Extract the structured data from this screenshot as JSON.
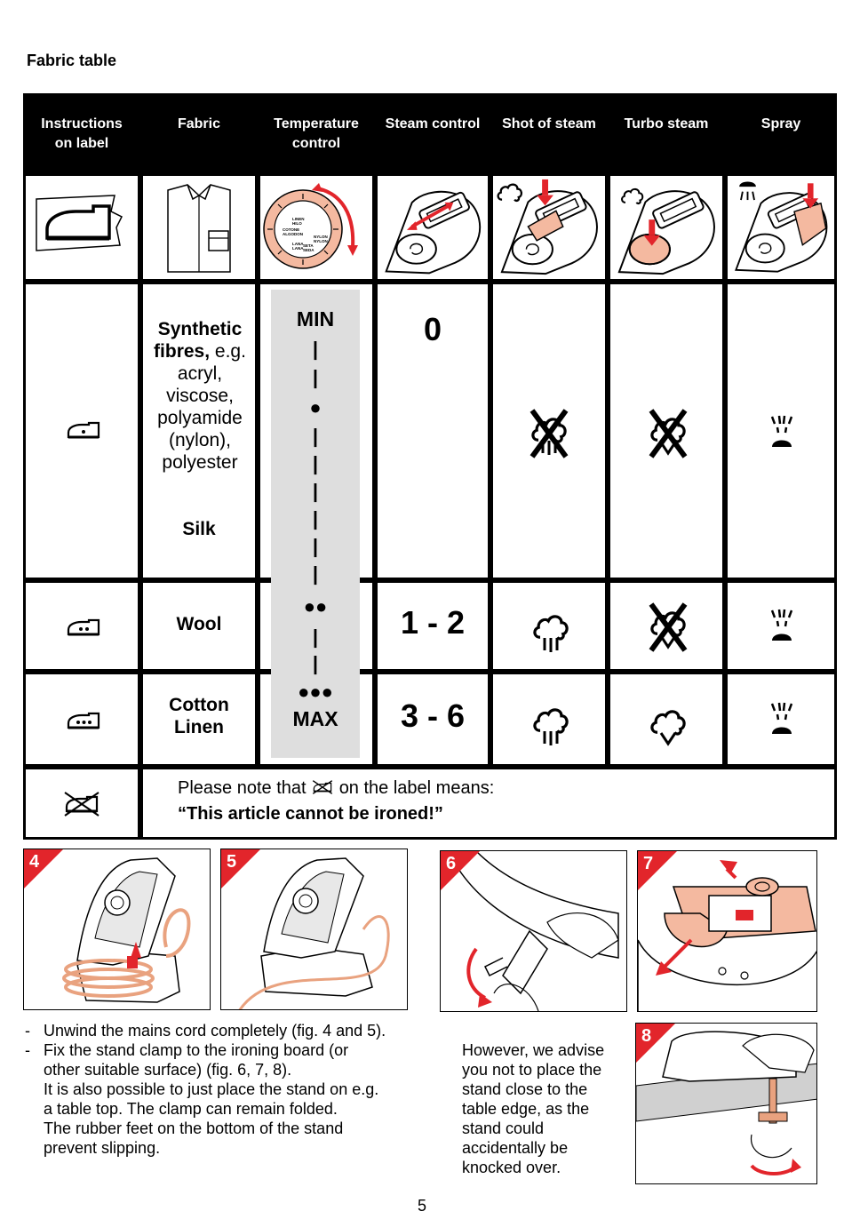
{
  "page_title": "Fabric table",
  "headers": [
    "Instructions\non label",
    "Fabric",
    "Temperature\ncontrol",
    "Steam control",
    "Shot of steam",
    "Turbo steam",
    "Spray"
  ],
  "dial_labels": [
    "LINEN",
    "HILO",
    "COTONE",
    "ALGODON",
    "LANA",
    "LANA",
    "SETA",
    "SEDA",
    "NYLON",
    "NYLON"
  ],
  "rows": {
    "synthetic": {
      "bold": "Synthetic fibres,",
      "rest": "e.g. acryl, viscose, polyamide (nylon), polyester",
      "steam": "0"
    },
    "silk": {
      "label": "Silk"
    },
    "wool": {
      "label": "Wool",
      "steam": "1 - 2"
    },
    "cotton": {
      "label": "Cotton\nLinen",
      "steam": "3 - 6"
    }
  },
  "temperature_scale": {
    "min": "MIN",
    "max": "MAX",
    "tick": "|",
    "dots_1": "●",
    "dots_2": "●●",
    "dots_3": "●●●"
  },
  "note": {
    "prefix": "Please note that",
    "suffix": "on the label means:",
    "emphasis": "“This article cannot be ironed!”"
  },
  "figures": [
    "4",
    "5",
    "6",
    "7",
    "8"
  ],
  "instructions": [
    {
      "dash": "-",
      "text": "Unwind the mains cord completely (fig. 4 and 5)."
    },
    {
      "dash": "-",
      "text": "Fix the stand clamp to the ironing board (or\nother suitable surface) (fig. 6, 7, 8).\nIt is also possible to just place the stand on e.g.\na table top. The clamp can remain folded.\nThe rubber feet on the bottom of the stand\nprevent slipping."
    }
  ],
  "advice": "However, we advise\nyou not to place the\nstand close to the\ntable edge, as the\nstand could\naccidentally be\nknocked over.",
  "page_number": "5",
  "colors": {
    "accent": "#e2252b",
    "peach": "#f4b9a0",
    "gray": "#dedede"
  }
}
